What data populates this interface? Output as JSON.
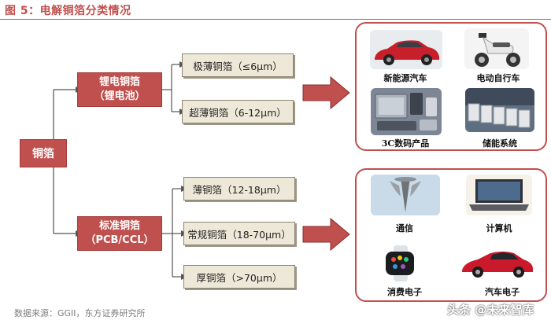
{
  "figure_title": "图 5：电解铜箔分类情况",
  "root": "铜箔",
  "branches": [
    {
      "label_line1": "锂电铜箔",
      "label_line2": "（锂电池）",
      "children": [
        "极薄铜箔（≤6μm）",
        "超薄铜箔（6-12μm）"
      ],
      "applications": [
        "新能源汽车",
        "电动自行车",
        "3C数码产品",
        "储能系统"
      ]
    },
    {
      "label_line1": "标准铜箔",
      "label_line2": "（PCB/CCL）",
      "children": [
        "薄铜箔（12-18μm）",
        "常规铜箔（18-70μm）",
        "厚铜箔（>70μm）"
      ],
      "applications": [
        "通信",
        "计算机",
        "消费电子",
        "汽车电子"
      ]
    }
  ],
  "source": "数据来源：GGII，东方证券研究所",
  "watermark": "头条 @未来智库",
  "colors": {
    "accent": "#c0504d",
    "box_fill": "#eee8d9",
    "line": "#555555"
  }
}
